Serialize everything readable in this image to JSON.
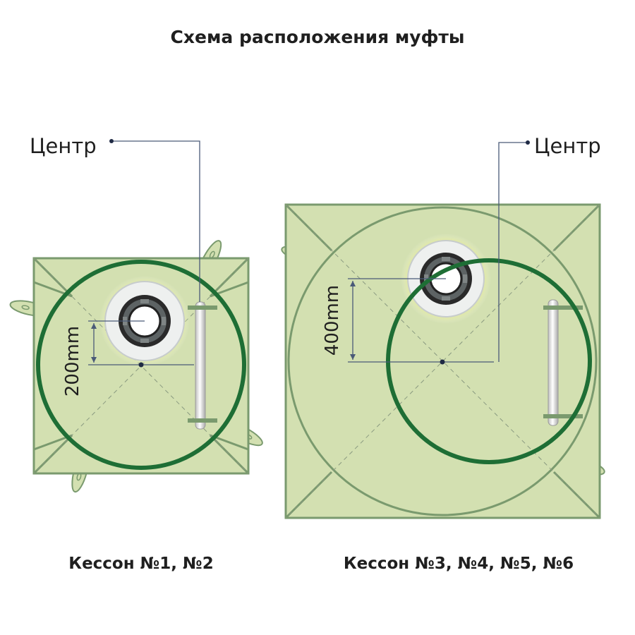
{
  "title": "Схема расположения муфты",
  "left_diagram": {
    "center_label": "Центр",
    "dimension_label": "200mm",
    "caption": "Кессон №1, №2"
  },
  "right_diagram": {
    "center_label": "Центр",
    "dimension_label": "400mm",
    "caption": "Кессон №3, №4, №5, №6"
  },
  "colors": {
    "plate_fill": "#d3e0b1",
    "plate_stroke": "#7a9a6e",
    "ring_green": "#1e6e35",
    "glow": "#f2f23c",
    "leader_line": "#4a5a78"
  }
}
